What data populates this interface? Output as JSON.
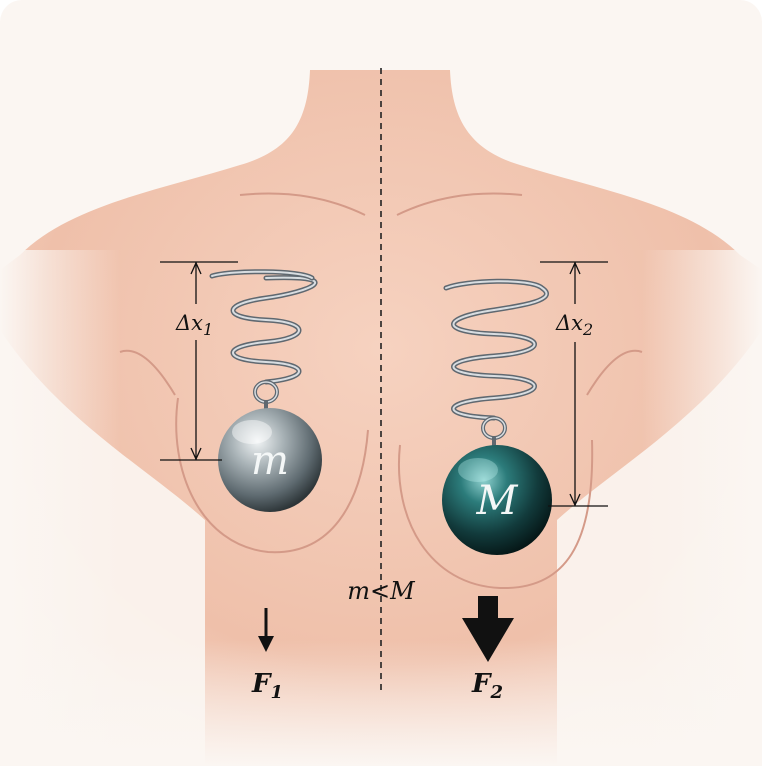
{
  "labels": {
    "mass_small": "m",
    "mass_large": "M",
    "comparison": "m<M",
    "displacement_left": {
      "symbol": "Δx",
      "subscript": "1"
    },
    "displacement_right": {
      "symbol": "Δx",
      "subscript": "2"
    },
    "force_left": {
      "symbol": "F",
      "subscript": "1"
    },
    "force_right": {
      "symbol": "F",
      "subscript": "2"
    }
  },
  "colors": {
    "background": "#fbf6f2",
    "skin": "#f2c8b4",
    "skin_outline": "#d49a88",
    "spring": "#9aa3ab",
    "ball_small": "#8c979c",
    "ball_large": "#1e5a5a",
    "ink": "#111111"
  }
}
